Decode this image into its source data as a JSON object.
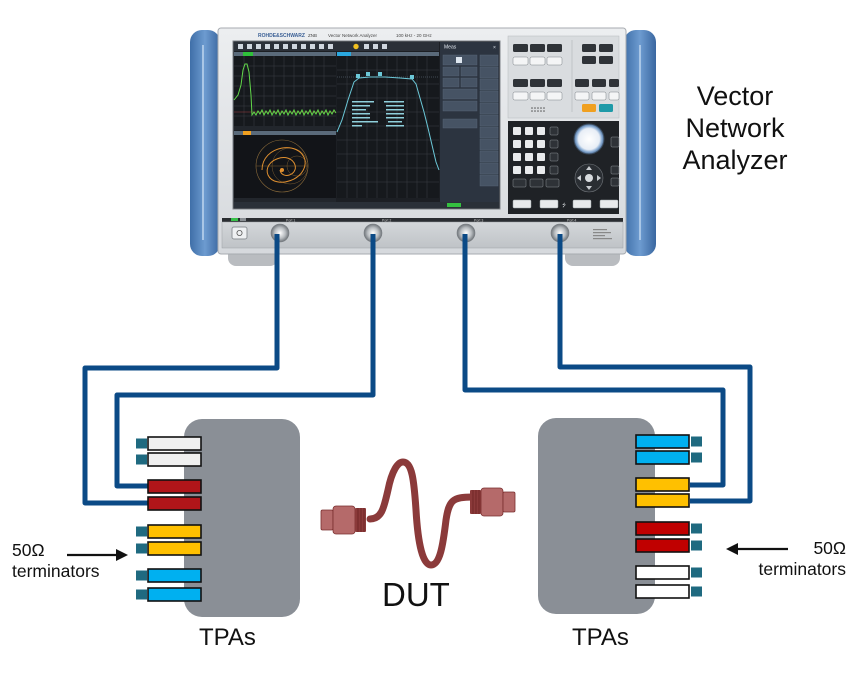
{
  "analyzer": {
    "title_lines": [
      "Vector",
      "Network",
      "Analyzer"
    ],
    "brand": "ROHDE&SCHWARZ",
    "model": "ZNB",
    "instrument_name": "Vector Network Analyzer",
    "frequency_range": "100 kHz - 20 GHz",
    "side_panel_title": "Meas",
    "ports": [
      {
        "label": "Port 1",
        "cable_color": "#0b4a86"
      },
      {
        "label": "Port 2",
        "cable_color": "#0b4a86"
      },
      {
        "label": "Port 3",
        "cable_color": "#0b4a86"
      },
      {
        "label": "Port 4",
        "cable_color": "#0b4a86"
      }
    ],
    "icons": [
      "power-button-icon",
      "rotary-knob-icon",
      "arrow-keys-icon",
      "usb-port-icon"
    ]
  },
  "dut": {
    "label": "DUT",
    "cable_color": "#8b3a3a",
    "connector_color": "#b56a6a"
  },
  "tpa_left": {
    "label": "TPAs",
    "body_color": "#8a8f96",
    "connectors": [
      {
        "color": "#f0f0f0",
        "role": "terminated"
      },
      {
        "color": "#f0f0f0",
        "role": "terminated"
      },
      {
        "color": "#b01519",
        "role": "cable-port2"
      },
      {
        "color": "#b01519",
        "role": "cable-port1"
      },
      {
        "color": "#ffc000",
        "role": "terminated"
      },
      {
        "color": "#ffc000",
        "role": "terminated"
      },
      {
        "color": "#00b0f0",
        "role": "terminated"
      },
      {
        "color": "#00b0f0",
        "role": "terminated"
      }
    ]
  },
  "tpa_right": {
    "label": "TPAs",
    "body_color": "#8a8f96",
    "connectors": [
      {
        "color": "#00b0f0",
        "role": "terminated"
      },
      {
        "color": "#00b0f0",
        "role": "terminated"
      },
      {
        "color": "#ffc000",
        "role": "cable-port3"
      },
      {
        "color": "#ffc000",
        "role": "cable-port4"
      },
      {
        "color": "#c00000",
        "role": "terminated"
      },
      {
        "color": "#c00000",
        "role": "terminated"
      },
      {
        "color": "#ffffff",
        "role": "terminated"
      },
      {
        "color": "#ffffff",
        "role": "terminated"
      }
    ]
  },
  "terminators": {
    "left_line1": "50Ω",
    "left_line2": "terminators",
    "right_line1": "50Ω",
    "right_line2": "terminators",
    "color": "#1f6a80"
  }
}
